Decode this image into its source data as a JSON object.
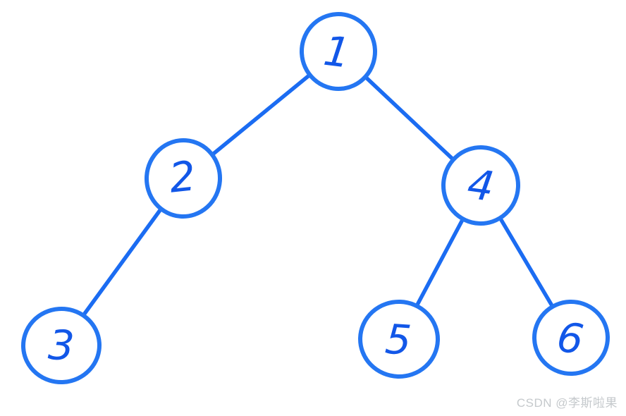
{
  "diagram": {
    "type": "binary-tree-sketch",
    "ink_color": "#1b6cf2",
    "digit_color": "#1257e8",
    "background_color": "#ffffff",
    "nodes": [
      {
        "id": "n1",
        "value": "1"
      },
      {
        "id": "n2",
        "value": "2"
      },
      {
        "id": "n3",
        "value": "3"
      },
      {
        "id": "n4",
        "value": "4"
      },
      {
        "id": "n5",
        "value": "5"
      },
      {
        "id": "n6",
        "value": "6"
      }
    ],
    "edges": [
      {
        "from": "1",
        "to": "2"
      },
      {
        "from": "1",
        "to": "4"
      },
      {
        "from": "2",
        "to": "3"
      },
      {
        "from": "4",
        "to": "5"
      },
      {
        "from": "4",
        "to": "6"
      }
    ]
  },
  "watermark": {
    "text": "CSDN @李斯啦果",
    "color": "#c5c9cc"
  }
}
